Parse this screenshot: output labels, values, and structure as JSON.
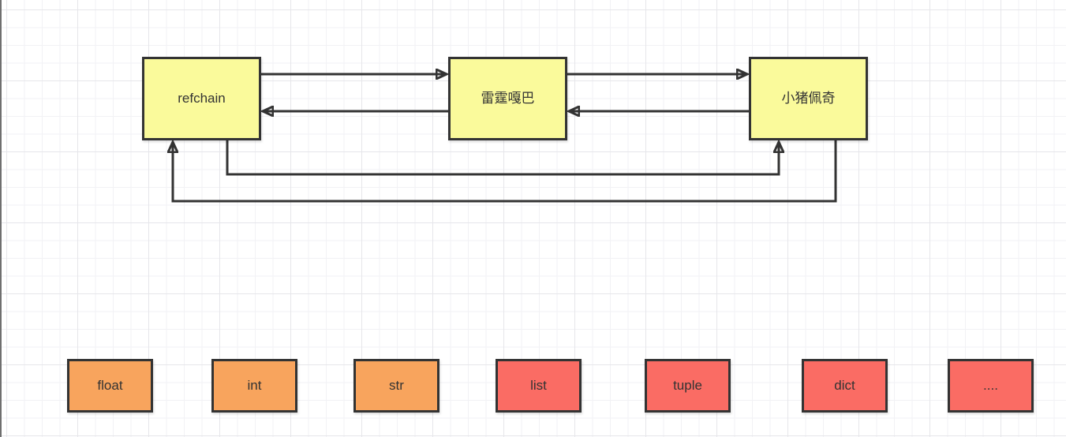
{
  "diagram": {
    "type": "flow-diagram",
    "background": "grid",
    "colors": {
      "stroke": "#333333",
      "text": "#333333",
      "node_yellow": "#fafa9b",
      "node_orange": "#f8a45d",
      "node_red": "#fa6c64",
      "grid_minor": "#f2f2f5",
      "grid_major": "#e6e6ea"
    },
    "top_nodes": [
      {
        "label": "refchain",
        "fill": "#fafa9b"
      },
      {
        "label": "雷霆嘎巴",
        "fill": "#fafa9b"
      },
      {
        "label": "小猪佩奇",
        "fill": "#fafa9b"
      }
    ],
    "bottom_nodes": [
      {
        "label": "float",
        "fill": "#f8a45d"
      },
      {
        "label": "int",
        "fill": "#f8a45d"
      },
      {
        "label": "str",
        "fill": "#f8a45d"
      },
      {
        "label": "list",
        "fill": "#fa6c64"
      },
      {
        "label": "tuple",
        "fill": "#fa6c64"
      },
      {
        "label": "dict",
        "fill": "#fa6c64"
      },
      {
        "label": "....",
        "fill": "#fa6c64"
      }
    ],
    "edges": [
      {
        "from": "refchain",
        "to": "雷霆嘎巴",
        "route": "straight-top",
        "arrow": "right"
      },
      {
        "from": "雷霆嘎巴",
        "to": "refchain",
        "route": "straight-middle",
        "arrow": "left"
      },
      {
        "from": "雷霆嘎巴",
        "to": "小猪佩奇",
        "route": "straight-top",
        "arrow": "right"
      },
      {
        "from": "小猪佩奇",
        "to": "雷霆嘎巴",
        "route": "straight-middle",
        "arrow": "left"
      },
      {
        "from": "refchain",
        "to": "小猪佩奇",
        "route": "bottom-loop-inner",
        "arrow": "up"
      },
      {
        "from": "小猪佩奇",
        "to": "refchain",
        "route": "bottom-loop-outer",
        "arrow": "up"
      }
    ]
  }
}
